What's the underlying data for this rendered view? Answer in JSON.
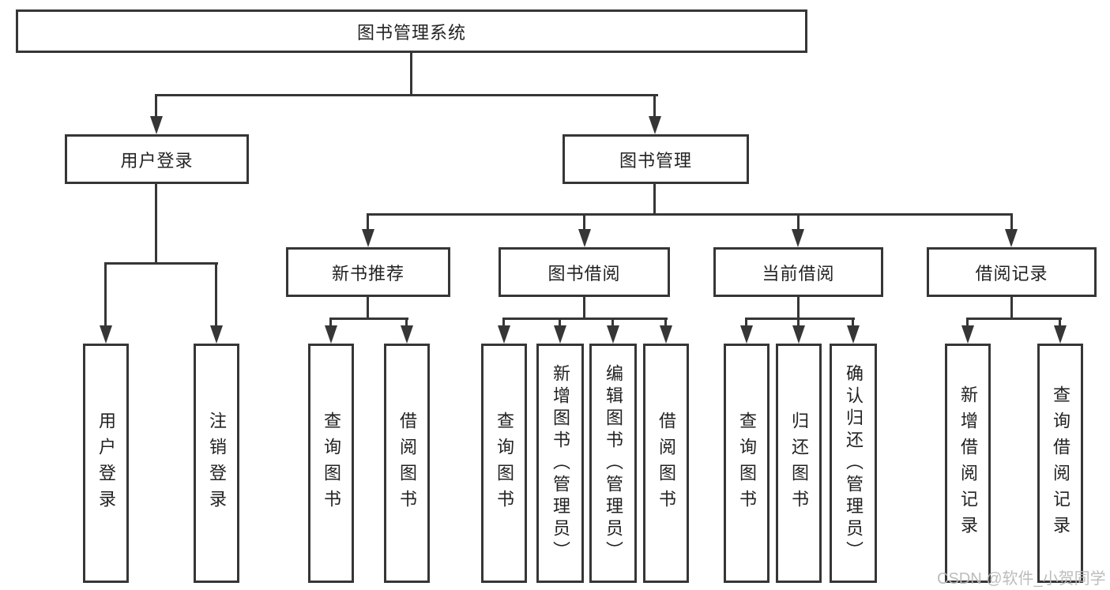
{
  "diagram_type": "tree",
  "tree": {
    "root": {
      "label": "图书管理系统",
      "children": [
        {
          "label": "用户登录",
          "children": [
            {
              "label": "用户登录"
            },
            {
              "label": "注销登录"
            }
          ]
        },
        {
          "label": "图书管理",
          "children": [
            {
              "label": "新书推荐",
              "children": [
                {
                  "label": "查询图书"
                },
                {
                  "label": "借阅图书"
                }
              ]
            },
            {
              "label": "图书借阅",
              "children": [
                {
                  "label": "查询图书"
                },
                {
                  "label": "新增图书（管理员）"
                },
                {
                  "label": "编辑图书（管理员）"
                },
                {
                  "label": "借阅图书"
                }
              ]
            },
            {
              "label": "当前借阅",
              "children": [
                {
                  "label": "查询图书"
                },
                {
                  "label": "归还图书"
                },
                {
                  "label": "确认归还（管理员）"
                }
              ]
            },
            {
              "label": "借阅记录",
              "children": [
                {
                  "label": "新增借阅记录"
                },
                {
                  "label": "查询借阅记录"
                }
              ]
            }
          ]
        }
      ]
    }
  },
  "watermark": {
    "text": "CSDN @软件_小贺同学"
  },
  "colors": {
    "line": "#363636",
    "box_border": "#363636",
    "box_fill": "#ffffff",
    "text": "#222222",
    "watermark": "#b8b8b8",
    "background": "#ffffff"
  }
}
